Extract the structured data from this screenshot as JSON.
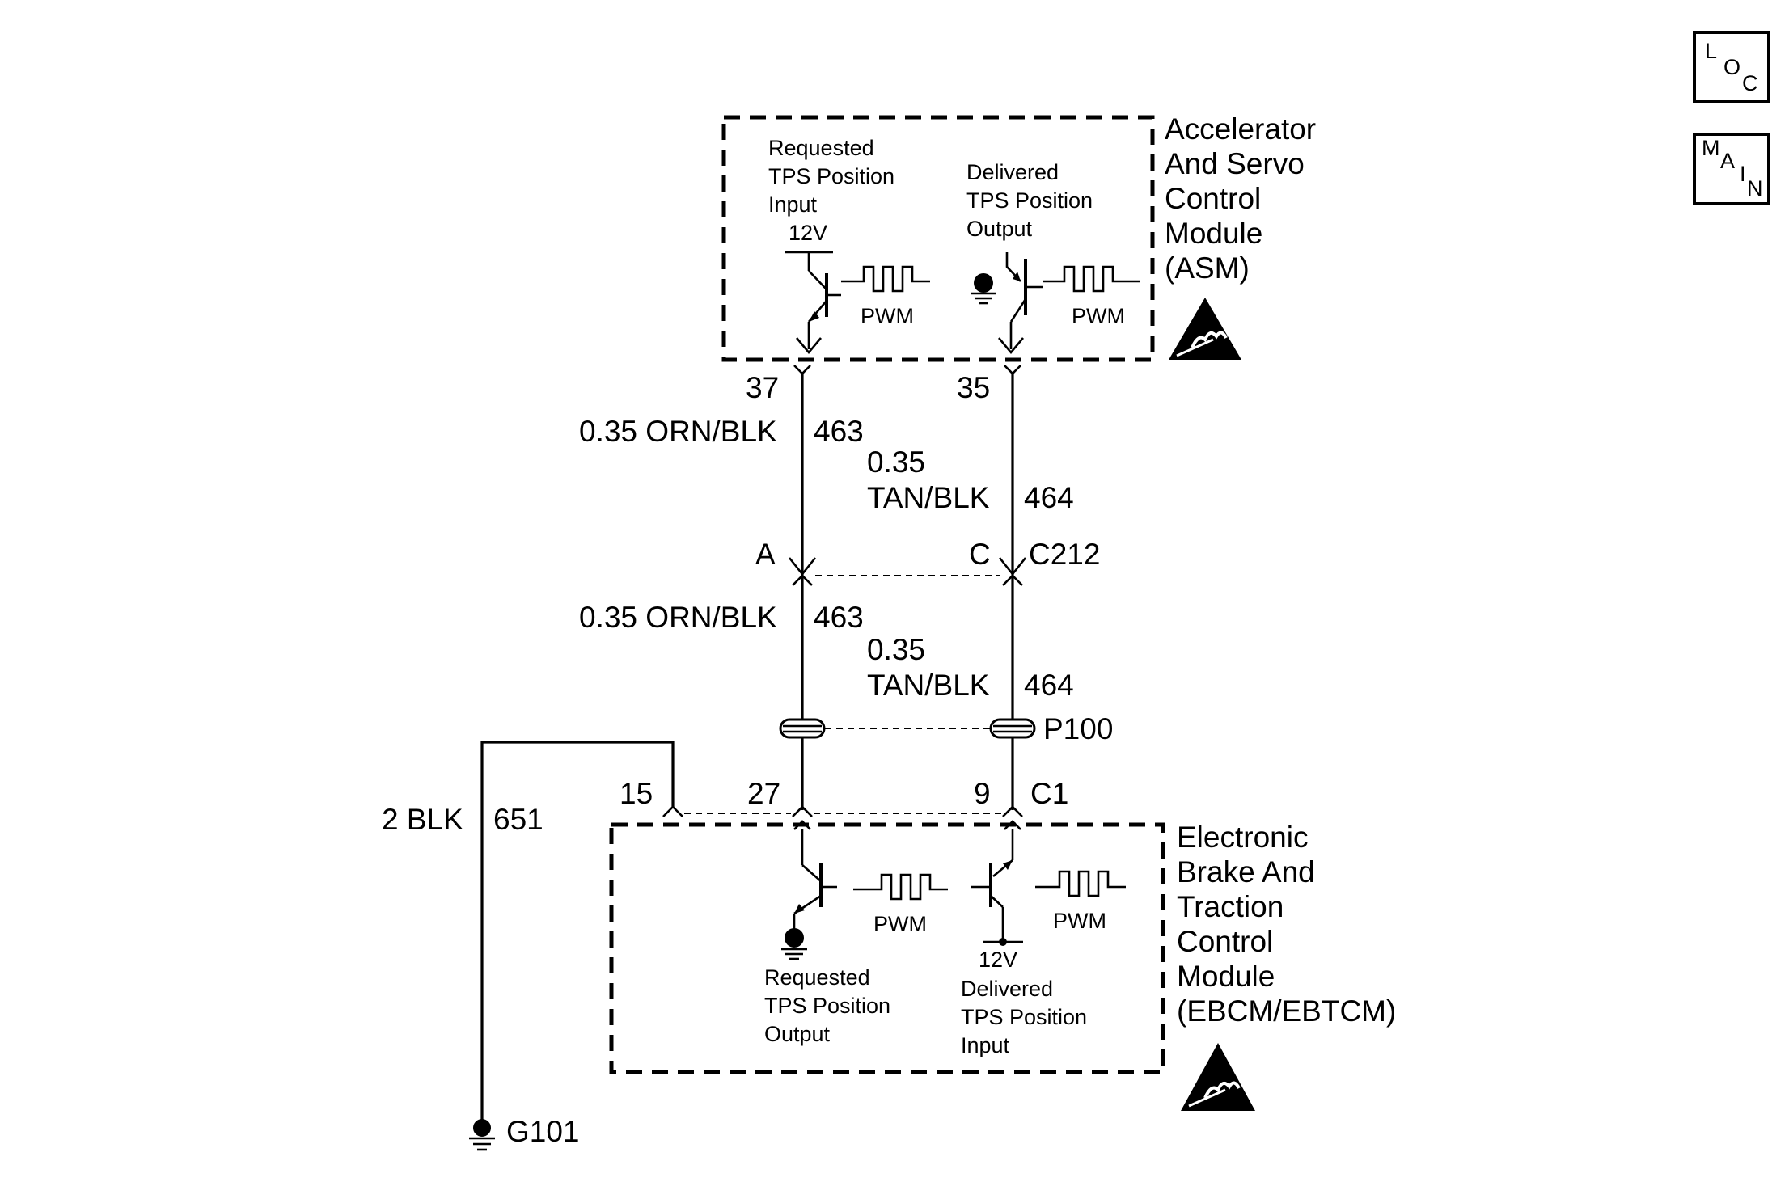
{
  "nav": {
    "loc": [
      "L",
      "O",
      "C"
    ],
    "main": [
      "M",
      "A",
      "I",
      "N"
    ]
  },
  "asm": {
    "title_lines": [
      "Accelerator",
      "And Servo",
      "Control",
      "Module",
      "(ASM)"
    ],
    "requested_lines": [
      "Requested",
      "TPS Position",
      "Input"
    ],
    "supply": "12V",
    "delivered_lines": [
      "Delivered",
      "TPS Position",
      "Output"
    ],
    "pwm": "PWM"
  },
  "ebcm": {
    "title_lines": [
      "Electronic",
      "Brake And",
      "Traction",
      "Control",
      "Module",
      "(EBCM/EBTCM)"
    ],
    "requested_lines": [
      "Requested",
      "TPS Position",
      "Output"
    ],
    "supply": "12V",
    "delivered_lines": [
      "Delivered",
      "TPS Position",
      "Input"
    ],
    "pwm": "PWM"
  },
  "pins": {
    "asm_left": "37",
    "asm_right": "35",
    "c212_left": "A",
    "c212_right": "C",
    "ebcm_ground": "15",
    "ebcm_left": "27",
    "ebcm_right": "9"
  },
  "connectors": {
    "c212": "C212",
    "p100": "P100",
    "c1": "C1",
    "ground": "G101"
  },
  "wires": {
    "left_upper_color": "0.35 ORN/BLK",
    "left_upper_circuit": "463",
    "right_upper_gauge": "0.35",
    "right_upper_color": "TAN/BLK",
    "right_upper_circuit": "464",
    "left_lower_color": "0.35 ORN/BLK",
    "left_lower_circuit": "463",
    "right_lower_gauge": "0.35",
    "right_lower_color": "TAN/BLK",
    "right_lower_circuit": "464",
    "ground_color": "2 BLK",
    "ground_circuit": "651"
  }
}
